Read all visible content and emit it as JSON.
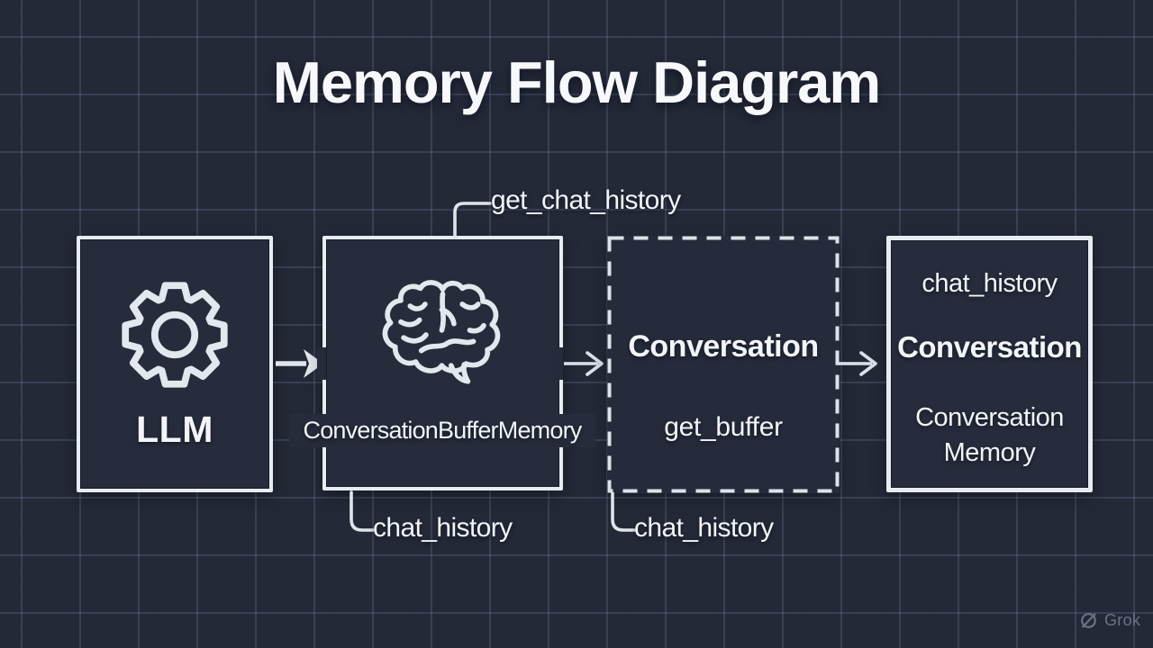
{
  "title": "Memory Flow Diagram",
  "nodes": {
    "llm": {
      "label": "LLM",
      "icon": "gear-icon"
    },
    "buffer": {
      "label": "ConversationBufferMemory",
      "icon": "brain-icon",
      "top_label": "get_chat_history",
      "bottom_label": "chat_history"
    },
    "conversation": {
      "name": "Conversation",
      "method": "get_buffer",
      "bottom_label": "chat_history",
      "border_style": "dashed"
    },
    "result": {
      "line1": "chat_history",
      "line2": "Conversation",
      "line3": "Conversation Memory"
    }
  },
  "flow": [
    "llm",
    "buffer",
    "conversation",
    "result"
  ],
  "colors": {
    "background": "#242938",
    "grid_line": "#4a5470",
    "box_fill": "#272c3c",
    "stroke_white": "#e8ebf1",
    "text": "#f2f4f8",
    "watermark": "#6b7284"
  },
  "watermark": {
    "label": "Grok",
    "icon": "grok-logo-icon"
  }
}
